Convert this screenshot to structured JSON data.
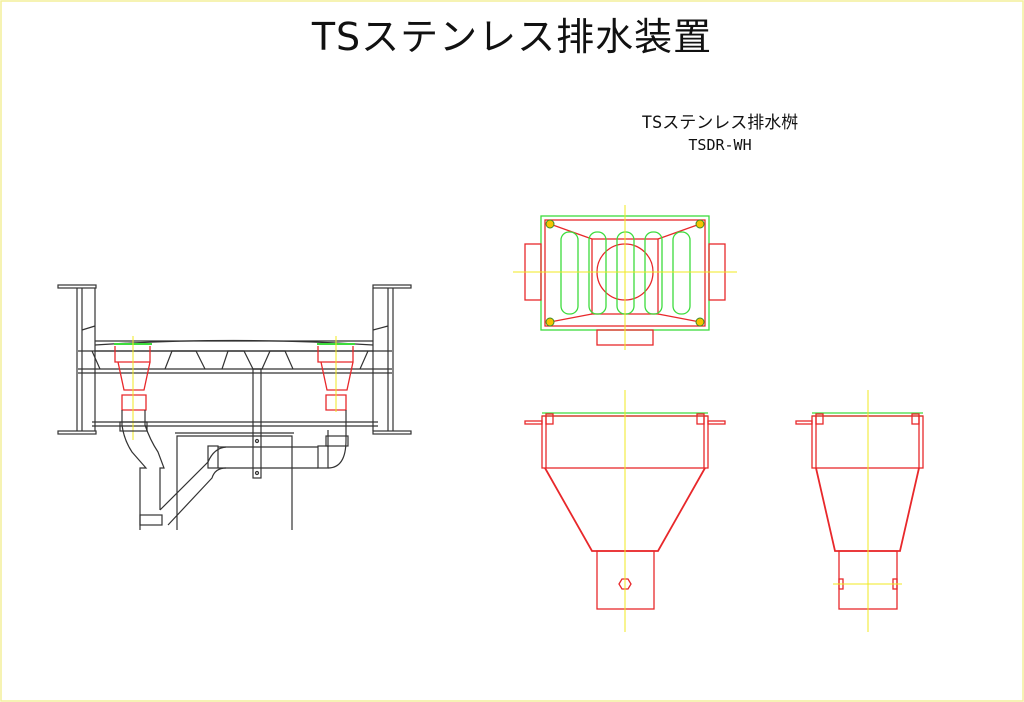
{
  "drawing": {
    "title": "TSステンレス排水装置",
    "product_name": "TSステンレス排水桝",
    "product_code": "TSDR-WH"
  },
  "colors": {
    "outline": "#333333",
    "red": "#e8282b",
    "green": "#3ddc3d",
    "centerline": "#f0e820",
    "border": "#f3ef9a"
  }
}
